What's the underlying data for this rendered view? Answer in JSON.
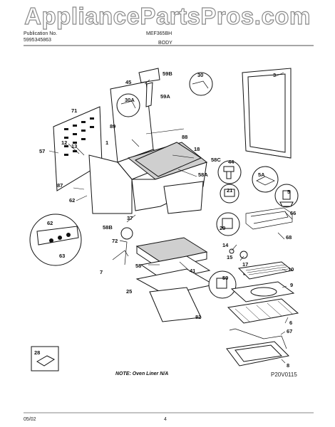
{
  "watermark": "AppliancePartsPros.com",
  "header": {
    "publication_label": "Publication No.",
    "publication_no": "5995345863",
    "model_label": "MEF365BH",
    "section_title": "BODY"
  },
  "footer": {
    "date": "05/02",
    "page": "4",
    "note": "NOTE: Oven Liner N/A",
    "figure_code": "P20V0115"
  },
  "part_numbers": [
    "3",
    "5",
    "5A",
    "6",
    "7",
    "8",
    "9",
    "10",
    "12",
    "13",
    "15",
    "17",
    "18",
    "21",
    "25",
    "28",
    "29",
    "30",
    "30A",
    "37",
    "41",
    "44",
    "45",
    "57",
    "58",
    "58A",
    "58B",
    "58C",
    "59",
    "59A",
    "59B",
    "62",
    "63",
    "66",
    "67",
    "68",
    "71",
    "72",
    "82",
    "87",
    "88",
    "89",
    "1",
    "14"
  ]
}
